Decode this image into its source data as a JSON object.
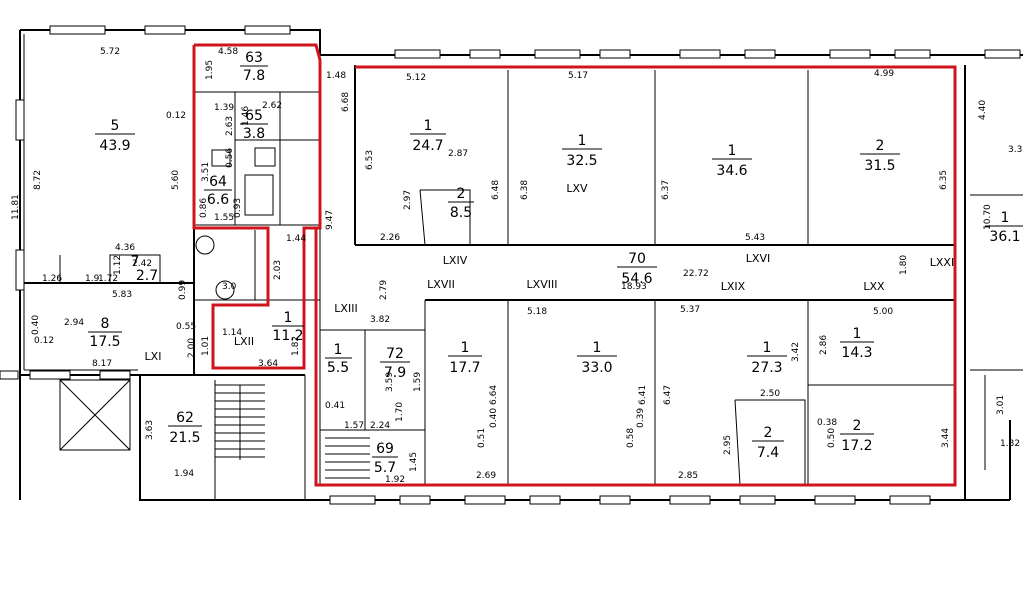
{
  "colors": {
    "walls": "#000000",
    "highlight": "#d0141e",
    "background": "#ffffff"
  },
  "rooms": [
    {
      "id": "r63",
      "number": "63",
      "area": "7.8"
    },
    {
      "id": "r65",
      "number": "65",
      "area": "3.8"
    },
    {
      "id": "r64",
      "number": "64",
      "area": "6.6"
    },
    {
      "id": "r5",
      "number": "5",
      "area": "43.9"
    },
    {
      "id": "r8",
      "number": "8",
      "area": "17.5"
    },
    {
      "id": "r7",
      "number": "7",
      "area": "2.7"
    },
    {
      "id": "r62",
      "number": "62",
      "area": "21.5"
    },
    {
      "id": "rLXII",
      "number": "1",
      "area": "11.2"
    },
    {
      "id": "rLXIII",
      "number": "1",
      "area": "5.5"
    },
    {
      "id": "r72",
      "number": "72",
      "area": "7.9"
    },
    {
      "id": "r69",
      "number": "69",
      "area": "5.7"
    },
    {
      "id": "rLXIV1",
      "number": "1",
      "area": "24.7"
    },
    {
      "id": "rLXIV2",
      "number": "2",
      "area": "8.5"
    },
    {
      "id": "rLXV",
      "number": "1",
      "area": "32.5"
    },
    {
      "id": "rLXVI1",
      "number": "1",
      "area": "34.6"
    },
    {
      "id": "rLXVI2",
      "number": "2",
      "area": "31.5"
    },
    {
      "id": "r70",
      "number": "70",
      "area": "54.6"
    },
    {
      "id": "rLXVII",
      "number": "1",
      "area": "17.7"
    },
    {
      "id": "rLXVIII",
      "number": "1",
      "area": "33.0"
    },
    {
      "id": "rLXIX1",
      "number": "1",
      "area": "27.3"
    },
    {
      "id": "rLXIX2",
      "number": "2",
      "area": "7.4"
    },
    {
      "id": "rLXX1",
      "number": "1",
      "area": "14.3"
    },
    {
      "id": "rLXX2",
      "number": "2",
      "area": "17.2"
    },
    {
      "id": "rR1",
      "number": "1",
      "area": "36.1"
    }
  ],
  "roman_labels": [
    "LXI",
    "LXII",
    "LXIII",
    "LXIV",
    "LXV",
    "LXVI",
    "LXVII",
    "LXVIII",
    "LXIX",
    "LXX",
    "LXXI"
  ],
  "dimensions": [
    "5.72",
    "4.58",
    "1.95",
    "1.48",
    "6.68",
    "5.12",
    "5.17",
    "4.99",
    "4.40",
    "3.3",
    "8.72",
    "11.81",
    "5.60",
    "0.12",
    "1.39",
    "2.62",
    "2.63",
    "1.46",
    "0.56",
    "3.51",
    "0.86",
    "1.55",
    "0.93",
    "2.87",
    "2.97",
    "6.53",
    "6.48",
    "6.38",
    "6.37",
    "6.35",
    "10.70",
    "9.47",
    "2.26",
    "5.43",
    "22.72",
    "18.93",
    "1.44",
    "2.03",
    "2.79",
    "3.82",
    "1.80",
    "4.36",
    "2.42",
    "1.26",
    "1.9",
    "1.72",
    "5.83",
    "2.94",
    "1.12",
    "0.40",
    "0.12",
    "8.17",
    "0.55",
    "2.00",
    "3.0",
    "0.99",
    "1.14",
    "1.01",
    "3.64",
    "1.82",
    "3.63",
    "1.94",
    "0.41",
    "1.57",
    "2.24",
    "1.70",
    "1.59",
    "1.45",
    "1.92",
    "3.59",
    "5.18",
    "5.37",
    "5.00",
    "2.86",
    "3.42",
    "6.64",
    "6.41",
    "6.47",
    "2.50",
    "2.95",
    "2.69",
    "2.85",
    "0.51",
    "0.40",
    "0.58",
    "0.39",
    "0.38",
    "0.50",
    "3.44",
    "3.01",
    "1.32"
  ]
}
